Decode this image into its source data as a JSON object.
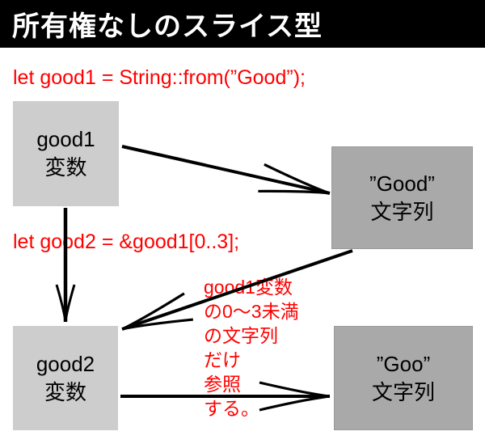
{
  "title_bar": {
    "title": "所有権なしのスライス型"
  },
  "code_lines": {
    "line1": "let good1 = String::from(”Good”);",
    "line2": "let good2 = &good1[0..3];"
  },
  "boxes": {
    "good1_var": {
      "line1": "good1",
      "line2": "変数"
    },
    "good_string": {
      "line1": "”Good”",
      "line2": "文字列"
    },
    "good2_var": {
      "line1": "good2",
      "line2": "変数"
    },
    "goo_string": {
      "line1": "”Goo”",
      "line2": "文字列"
    }
  },
  "annotation": {
    "lines": [
      "good1変数",
      "の0〜3未満",
      "の文字列",
      "だけ",
      "参照",
      "する。"
    ]
  },
  "colors": {
    "title_bg": "#000000",
    "title_fg": "#ffffff",
    "code_red": "#ff0000",
    "box_light": "#cdcdcd",
    "box_dark": "#a9a9a9",
    "arrow": "#000000"
  }
}
